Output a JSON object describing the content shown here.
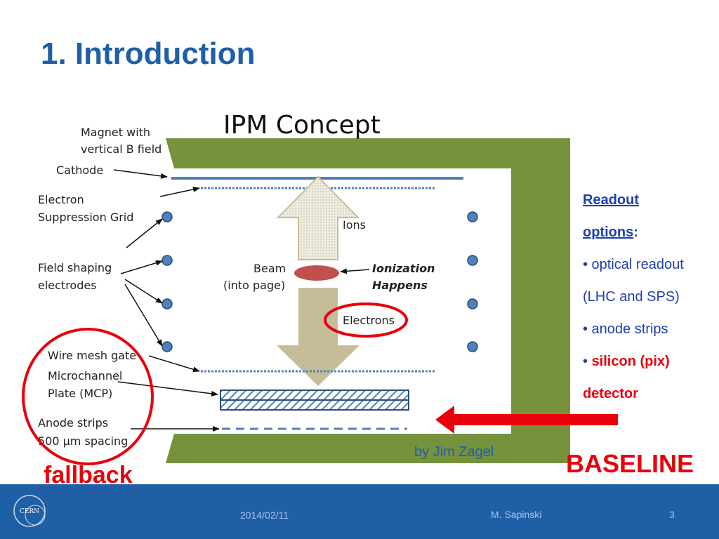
{
  "slide": {
    "title": "1. Introduction"
  },
  "diagram": {
    "title": "IPM Concept",
    "labels": {
      "magnet": "Magnet with",
      "magnet2": "vertical B field",
      "cathode": "Cathode",
      "electron": "Electron",
      "suppression": "Suppression Grid",
      "field": "Field shaping",
      "electrodes": "electrodes",
      "wire_mesh": "Wire mesh gate",
      "mcp1": "Microchannel",
      "mcp2": "Plate (MCP)",
      "anode": "Anode strips",
      "spacing": "500 µm spacing",
      "ions": "Ions",
      "beam": "Beam",
      "beam2": "(into page)",
      "ionization": "Ionization",
      "happens": "Happens",
      "electrons": "Electrons"
    },
    "colors": {
      "magnet": "#76923c",
      "arrow": "#c4bd97",
      "beam": "#c0504d",
      "electrode": "#4f81bd",
      "highlight": "#e8000c"
    }
  },
  "readout": {
    "heading": "Readout",
    "heading2": "options",
    "colon": ":",
    "line1": "• optical readout",
    "line2": "(LHC and SPS)",
    "line3": "• anode strips",
    "bullet4": "• ",
    "line4": "silicon (pix)",
    "line5": "detector"
  },
  "credit": "by Jim Zagel",
  "baseline": "BASELINE",
  "fallback": "fallback",
  "footer": {
    "logo_text": "CERN",
    "date": "2014/02/11",
    "author": "M. Sapinski",
    "page": "3"
  }
}
